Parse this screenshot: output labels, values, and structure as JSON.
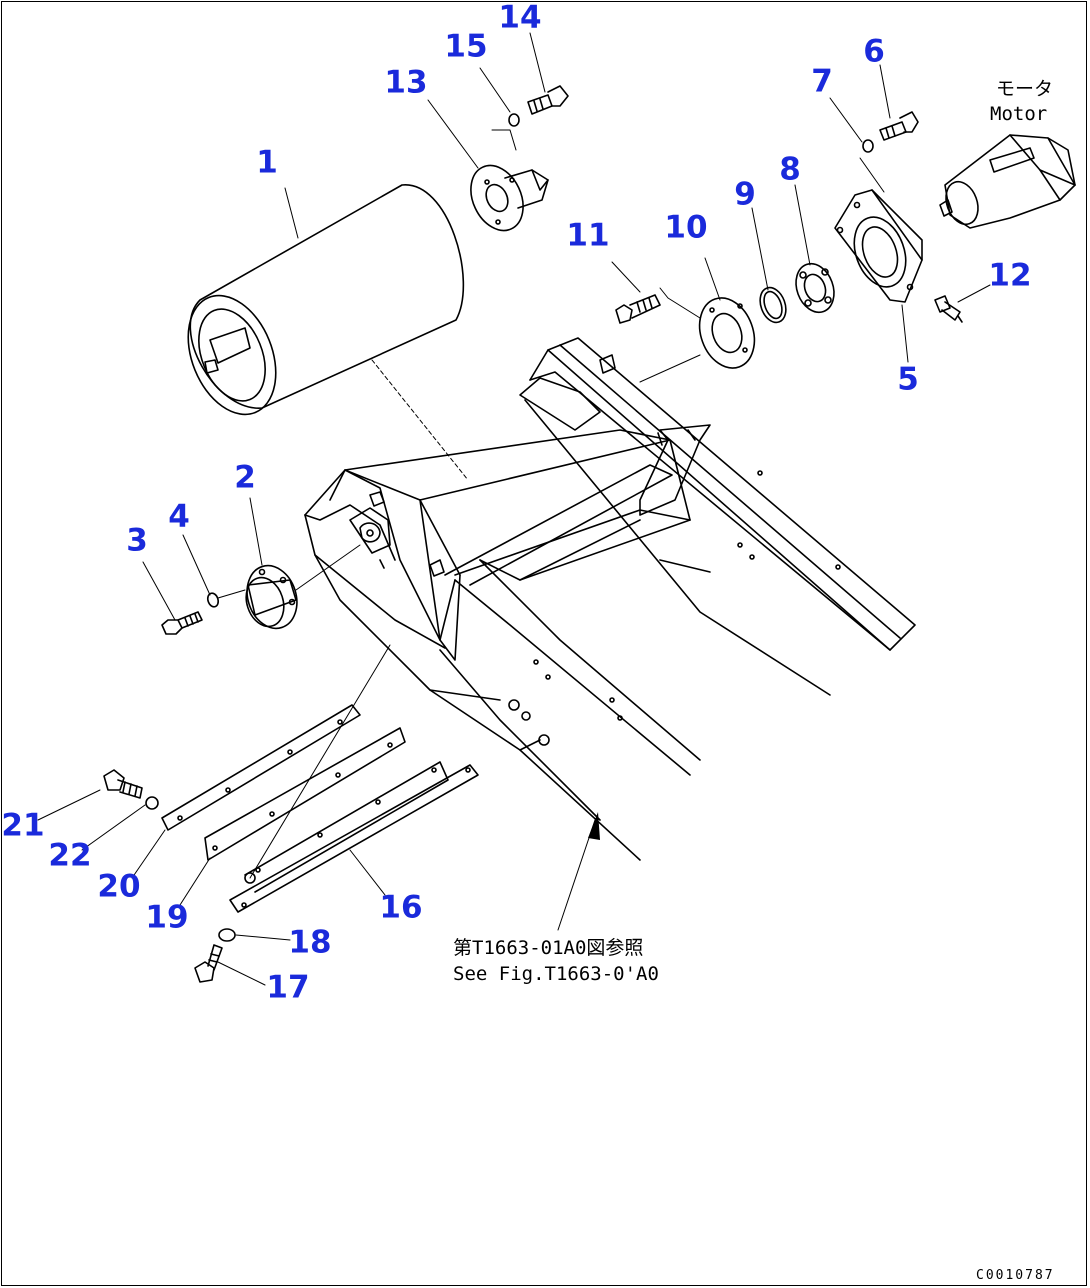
{
  "parts": [
    {
      "no": "1",
      "name": "drum-roller"
    },
    {
      "no": "2",
      "name": "bearing-housing"
    },
    {
      "no": "3",
      "name": "bolt"
    },
    {
      "no": "4",
      "name": "washer"
    },
    {
      "no": "5",
      "name": "motor-bracket"
    },
    {
      "no": "6",
      "name": "bolt"
    },
    {
      "no": "7",
      "name": "washer"
    },
    {
      "no": "8",
      "name": "bearing"
    },
    {
      "no": "9",
      "name": "snap-ring"
    },
    {
      "no": "10",
      "name": "cover-plate"
    },
    {
      "no": "11",
      "name": "bolt"
    },
    {
      "no": "12",
      "name": "grease-fitting"
    },
    {
      "no": "13",
      "name": "flange-shaft"
    },
    {
      "no": "14",
      "name": "bolt"
    },
    {
      "no": "15",
      "name": "washer"
    },
    {
      "no": "16",
      "name": "scraper-plate"
    },
    {
      "no": "17",
      "name": "bolt"
    },
    {
      "no": "18",
      "name": "washer"
    },
    {
      "no": "19",
      "name": "rubber-plate"
    },
    {
      "no": "20",
      "name": "plate"
    },
    {
      "no": "21",
      "name": "bolt"
    },
    {
      "no": "22",
      "name": "washer"
    }
  ],
  "motor_label": {
    "jp": "モータ",
    "en": "Motor"
  },
  "reference_note": {
    "jp": "第T1663-01A0図参照",
    "en": "See Fig.T1663-0'A0"
  },
  "drawing_code": "C0010787",
  "colors": {
    "callout": "#1a2adb",
    "line": "#000000",
    "background": "#ffffff"
  }
}
